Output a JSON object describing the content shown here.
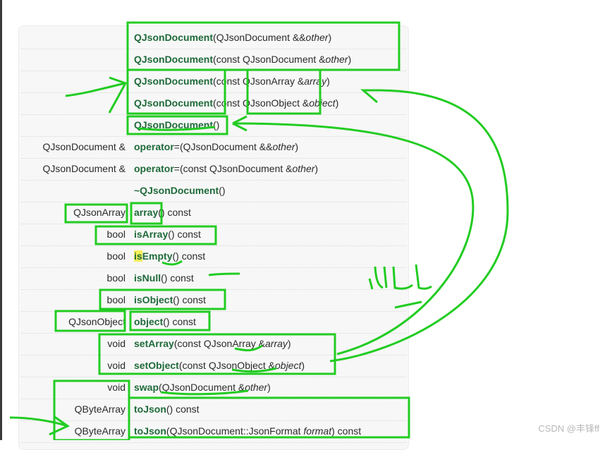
{
  "rows": [
    {
      "ret": "",
      "fn": "QJsonDocument",
      "pre": "(",
      "arg_type": "QJsonDocument &&",
      "arg": "other",
      "post": ")"
    },
    {
      "ret": "",
      "fn": "QJsonDocument",
      "pre": "(",
      "arg_type": "const QJsonDocument &",
      "arg": "other",
      "post": ")"
    },
    {
      "ret": "",
      "fn": "QJsonDocument",
      "pre": "(",
      "arg_type": "const QJsonArray &",
      "arg": "array",
      "post": ")"
    },
    {
      "ret": "",
      "fn": "QJsonDocument",
      "pre": "(",
      "arg_type": "const QJsonObject &",
      "arg": "object",
      "post": ")"
    },
    {
      "ret": "",
      "fn": "QJsonDocument",
      "pre": "()",
      "arg_type": "",
      "arg": "",
      "post": ""
    },
    {
      "ret": "QJsonDocument &",
      "fn": "operator",
      "pre": "=(",
      "arg_type": "QJsonDocument &&",
      "arg": "other",
      "post": ")"
    },
    {
      "ret": "QJsonDocument &",
      "fn": "operator",
      "pre": "=(",
      "arg_type": "const QJsonDocument &",
      "arg": "other",
      "post": ")"
    },
    {
      "ret": "",
      "fn": "~QJsonDocument",
      "pre": "()",
      "arg_type": "",
      "arg": "",
      "post": ""
    },
    {
      "ret": "QJsonArray",
      "fn": "array",
      "pre": "() const",
      "arg_type": "",
      "arg": "",
      "post": ""
    },
    {
      "ret": "bool",
      "fn": "isArray",
      "pre": "() const",
      "arg_type": "",
      "arg": "",
      "post": ""
    },
    {
      "ret": "bool",
      "fn": "isEmpty",
      "pre": "() const",
      "arg_type": "",
      "arg": "",
      "post": "",
      "highlight": "is"
    },
    {
      "ret": "bool",
      "fn": "isNull",
      "pre": "() const",
      "arg_type": "",
      "arg": "",
      "post": ""
    },
    {
      "ret": "bool",
      "fn": "isObject",
      "pre": "() const",
      "arg_type": "",
      "arg": "",
      "post": ""
    },
    {
      "ret": "QJsonObject",
      "fn": "object",
      "pre": "() const",
      "arg_type": "",
      "arg": "",
      "post": ""
    },
    {
      "ret": "void",
      "fn": "setArray",
      "pre": "(",
      "arg_type": "const QJsonArray &",
      "arg": "array",
      "post": ")"
    },
    {
      "ret": "void",
      "fn": "setObject",
      "pre": "(",
      "arg_type": "const QJsonObject &",
      "arg": "object",
      "post": ")"
    },
    {
      "ret": "void",
      "fn": "swap",
      "pre": "(",
      "arg_type": "QJsonDocument &",
      "arg": "other",
      "post": ")"
    },
    {
      "ret": "QByteArray",
      "fn": "toJson",
      "pre": "() const",
      "arg_type": "",
      "arg": "",
      "post": ""
    },
    {
      "ret": "QByteArray",
      "fn": "toJson",
      "pre": "(",
      "arg_type": "QJsonDocument::JsonFormat ",
      "arg": "format",
      "post": ") const"
    }
  ],
  "annotation": {
    "handwritten_text": "NULL",
    "ink_color": "#22cc22"
  },
  "watermark": "CSDN @丰锋ff"
}
